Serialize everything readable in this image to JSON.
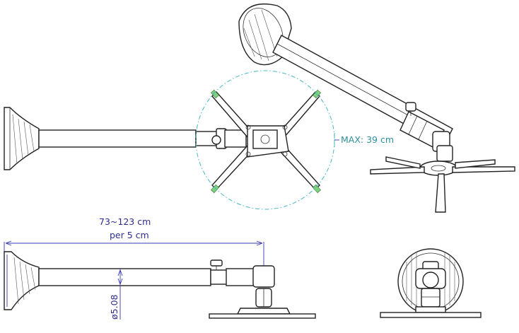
{
  "labels": {
    "max_radius": "MAX: 39 cm",
    "length_range": "73~123 cm",
    "increment": "per 5 cm",
    "tube_diameter": "ø5.08"
  },
  "colors": {
    "line": "#222222",
    "dimension": "#3a3ab0",
    "radius_circle": "#48b8c4",
    "grip": "#7fd07f"
  }
}
